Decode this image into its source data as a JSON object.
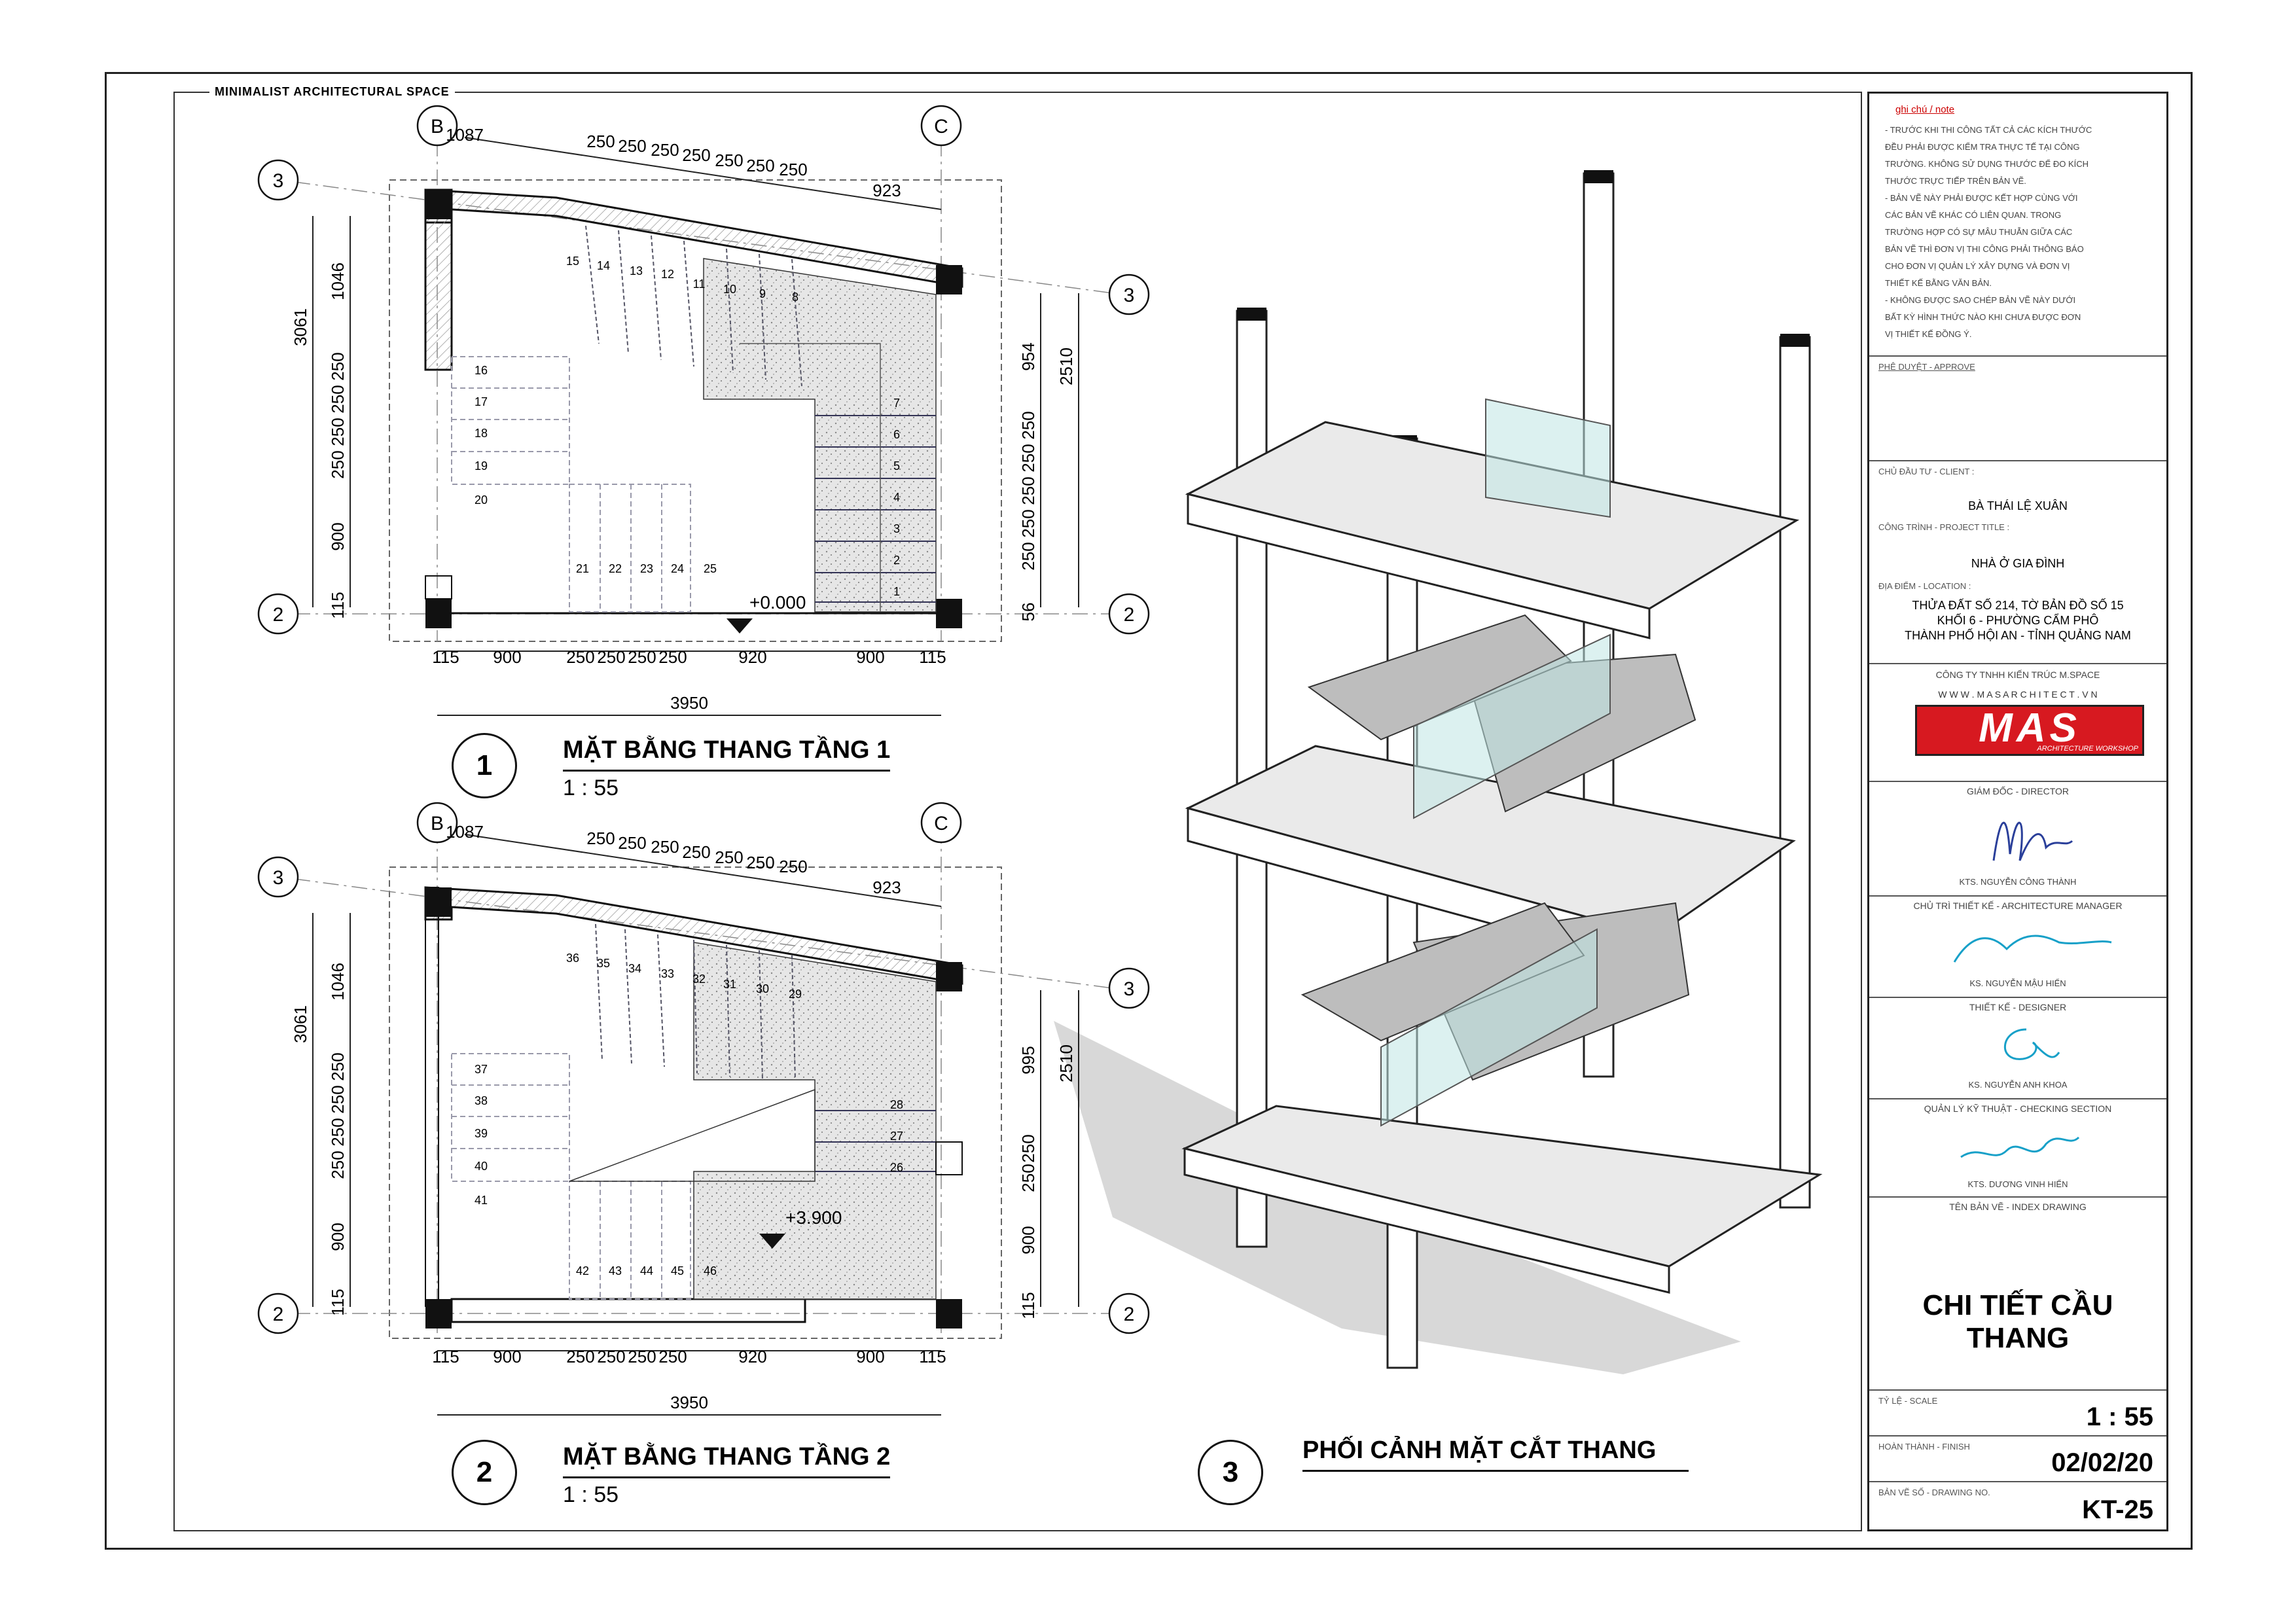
{
  "header": {
    "label": "MINIMALIST ARCHITECTURAL SPACE"
  },
  "plan1": {
    "grid_b": "B",
    "grid_c": "C",
    "grid_2": "2",
    "grid_3": "3",
    "top_dims": [
      "1087",
      "250",
      "250",
      "250",
      "250",
      "250",
      "250",
      "250",
      "923"
    ],
    "left_dims": [
      "1046",
      "250",
      "250",
      "250",
      "250",
      "900",
      "115"
    ],
    "left_total": "3061",
    "right_dims": [
      "954",
      "250",
      "250",
      "250",
      "250",
      "250",
      "56"
    ],
    "right_total": "2510",
    "bottom_dims": [
      "115",
      "900",
      "250",
      "250",
      "250",
      "250",
      "920",
      "900",
      "115"
    ],
    "bottom_total": "3950",
    "steps": [
      "1",
      "2",
      "3",
      "4",
      "5",
      "6",
      "7",
      "8",
      "9",
      "10",
      "11",
      "12",
      "13",
      "14",
      "15",
      "16",
      "17",
      "18",
      "19",
      "20",
      "21",
      "22",
      "23",
      "24",
      "25"
    ],
    "level": "+0.000",
    "title_num": "1",
    "title": "MẶT BẰNG THANG TẦNG 1",
    "scale": "1 : 55"
  },
  "plan2": {
    "grid_b": "B",
    "grid_c": "C",
    "grid_2": "2",
    "grid_3": "3",
    "top_dims": [
      "1087",
      "250",
      "250",
      "250",
      "250",
      "250",
      "250",
      "250",
      "923"
    ],
    "left_dims": [
      "1046",
      "250",
      "250",
      "250",
      "250",
      "900",
      "115"
    ],
    "left_total": "3061",
    "right_dims": [
      "995",
      "250",
      "250",
      "900",
      "115"
    ],
    "right_total": "2510",
    "bottom_dims": [
      "115",
      "900",
      "250",
      "250",
      "250",
      "250",
      "920",
      "900",
      "115"
    ],
    "bottom_total": "3950",
    "steps": [
      "26",
      "27",
      "28",
      "29",
      "30",
      "31",
      "32",
      "33",
      "34",
      "35",
      "36",
      "37",
      "38",
      "39",
      "40",
      "41",
      "42",
      "43",
      "44",
      "45",
      "46"
    ],
    "level": "+3.900",
    "title_num": "2",
    "title": "MẶT BẰNG THANG TẦNG 2",
    "scale": "1 : 55"
  },
  "view3": {
    "title_num": "3",
    "title": "PHỐI CẢNH MẶT CẮT THANG"
  },
  "titleblock": {
    "notes_head": "ghi chú / note",
    "notes": [
      "- TRƯỚC KHI THI CÔNG TẤT CẢ CÁC KÍCH THƯỚC",
      "ĐỀU PHẢI ĐƯỢC KIỂM TRA THỰC TẾ TẠI CÔNG",
      "TRƯỜNG. KHÔNG SỬ DỤNG THƯỚC ĐỂ ĐO KÍCH",
      "THƯỚC TRỰC TIẾP TRÊN BẢN VẼ.",
      "- BẢN VẼ NÀY PHẢI ĐƯỢC KẾT HỢP CÙNG VỚI",
      "CÁC BẢN VẼ KHÁC CÓ LIÊN QUAN. TRONG",
      "TRƯỜNG HỢP CÓ SỰ MÂU THUẪN GIỮA CÁC",
      "BẢN VẼ THÌ ĐƠN VỊ THI CÔNG PHẢI THÔNG BÁO",
      "CHO ĐƠN VỊ QUẢN LÝ XÂY DỰNG VÀ ĐƠN VỊ",
      "THIẾT KẾ BẰNG VĂN BẢN.",
      "- KHÔNG ĐƯỢC SAO CHÉP BẢN VẼ NÀY DƯỚI",
      "BẤT KỲ HÌNH THỨC NÀO KHI CHƯA ĐƯỢC ĐƠN",
      "VỊ THIẾT KẾ ĐỒNG Ý."
    ],
    "approve_label": "PHÊ DUYỆT - APPROVE",
    "client_label": "CHỦ ĐẦU TƯ - CLIENT :",
    "client": "BÀ THÁI LỆ XUÂN",
    "project_label": "CÔNG TRÌNH - PROJECT TITLE :",
    "project": "NHÀ Ở GIA ĐÌNH",
    "location_label": "ĐỊA ĐIỂM - LOCATION :",
    "location_1": "THỬA ĐẤT SỐ 214, TỜ BẢN ĐỒ SỐ 15",
    "location_2": "KHỐI 6 - PHƯỜNG CẨM PHÔ",
    "location_3": "THÀNH PHỐ HỘI AN - TỈNH QUẢNG NAM",
    "company": "CÔNG TY TNHH KIẾN TRÚC M.SPACE",
    "website": "W W W . M A S A R C H I T E C T . V N",
    "logo_text": "MAS",
    "logo_sub": "ARCHITECTURE WORKSHOP",
    "director_label": "GIÁM ĐỐC - DIRECTOR",
    "director_name": "KTS. NGUYỄN CÔNG THÀNH",
    "arch_mgr_label": "CHỦ TRÌ THIẾT KẾ - ARCHITECTURE MANAGER",
    "arch_mgr_name": "KS. NGUYỄN MẬU HIỂN",
    "designer_label": "THIẾT KẾ - DESIGNER",
    "designer_name": "KS. NGUYỄN ANH KHOA",
    "checking_label": "QUẢN LÝ KỸ THUẬT - CHECKING SECTION",
    "checking_name": "KTS. DƯƠNG VINH HIỂN",
    "index_label": "TÊN BẢN VẼ - INDEX DRAWING",
    "drawing_title": "CHI TIẾT CẦU THANG",
    "scale_label": "TỶ LỆ - SCALE",
    "scale": "1 : 55",
    "finish_label": "HOÀN THÀNH - FINISH",
    "finish": "02/02/20",
    "drawing_no_label": "BẢN VẼ SỐ - DRAWING NO.",
    "drawing_no": "KT-25"
  }
}
